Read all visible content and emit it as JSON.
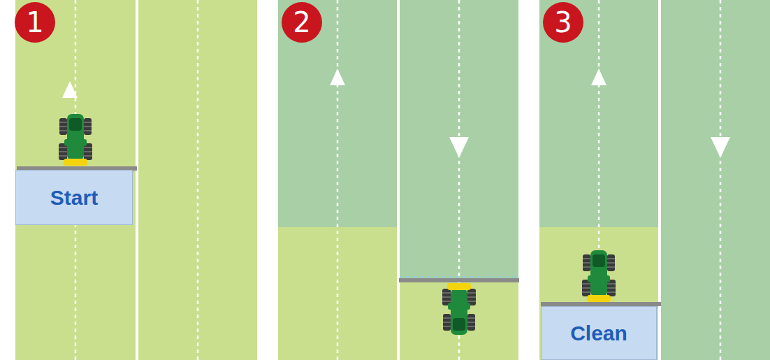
{
  "diagram": {
    "nodes": [
      {
        "text": [
          "Start"
        ]
      },
      {
        "text": [
          "Clean"
        ]
      }
    ],
    "labels": [
      "1",
      "2",
      "3"
    ]
  }
}
